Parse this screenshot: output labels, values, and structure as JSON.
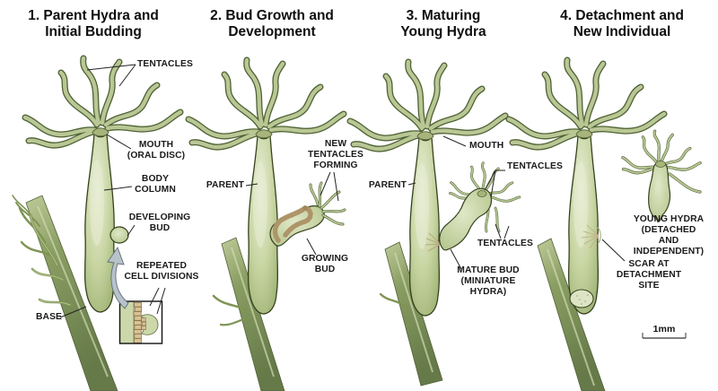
{
  "figure": {
    "background": "#ffffff",
    "type": "biology-diagram",
    "subject": "Hydra asexual reproduction by budding"
  },
  "panels": [
    {
      "number": "1",
      "title": "1. Parent Hydra and\nInitial Budding",
      "labels": {
        "tentacles": "TENTACLES",
        "mouth": "MOUTH\n(ORAL DISC)",
        "body_column": "BODY\nCOLUMN",
        "developing_bud": "DEVELOPING\nBUD",
        "repeated_cell_divisions": "REPEATED\nCELL DIVISIONS",
        "base": "BASE"
      }
    },
    {
      "number": "2",
      "title": "2. Bud Growth and\nDevelopment",
      "labels": {
        "parent": "PARENT",
        "new_tentacles_forming": "NEW\nTENTACLES\nFORMING",
        "growing_bud": "GROWING\nBUD"
      }
    },
    {
      "number": "3",
      "title": "3. Maturing\nYoung Hydra",
      "labels": {
        "mouth": "MOUTH",
        "parent": "PARENT",
        "tentacles_upper": "TENTACLES",
        "tentacles_lower": "TENTACLES",
        "mature_bud": "MATURE BUD\n(MINIATURE\nHYDRA)"
      }
    },
    {
      "number": "4",
      "title": "4. Detachment and\nNew Individual",
      "labels": {
        "young_hydra": "YOUNG HYDRA\n(DETACHED AND\nINDEPENDENT)",
        "scar": "SCAR AT\nDETACHMENT\nSITE"
      }
    }
  ],
  "scale_bar": {
    "label": "1mm"
  },
  "colors": {
    "hydra_body": "#c8d5a2",
    "hydra_highlight": "#e9eed8",
    "hydra_outline": "#36421f",
    "tentacle_light": "#b9c795",
    "tentacle_dark": "#4f6234",
    "stem_green": "#7c9154",
    "bud_cells_tan": "#d8c298",
    "cell_outline": "#8d744a",
    "arrow_gray": "#b7c2ca",
    "label_text": "#1a1a1a"
  }
}
